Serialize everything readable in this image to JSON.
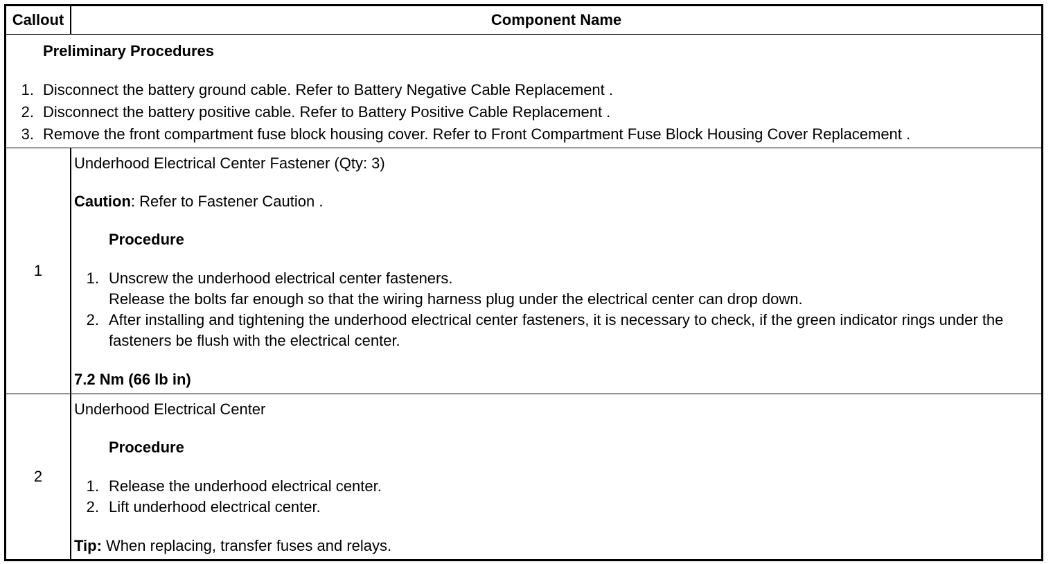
{
  "header": {
    "callout": "Callout",
    "component_name": "Component Name"
  },
  "preliminary": {
    "title": "Preliminary Procedures",
    "steps": [
      {
        "num": "1.",
        "text": "Disconnect the battery ground cable. Refer to Battery Negative Cable Replacement ."
      },
      {
        "num": "2.",
        "text": "Disconnect the battery positive cable. Refer to Battery Positive Cable Replacement ."
      },
      {
        "num": "3.",
        "text": "Remove the front compartment fuse block housing cover. Refer to Front Compartment Fuse Block Housing Cover Replacement ."
      }
    ]
  },
  "rows": [
    {
      "callout": "1",
      "name": "Underhood Electrical Center Fastener (Qty: 3)",
      "caution_label": "Caution",
      "caution_text": ": Refer to Fastener Caution .",
      "procedure_title": "Procedure",
      "steps": [
        {
          "num": "1.",
          "text": "Unscrew the underhood electrical center fasteners.",
          "note": "Release the bolts far enough so that the wiring harness plug under the electrical center can drop down."
        },
        {
          "num": "2.",
          "text": "After installing and tightening the underhood electrical center fasteners, it is necessary to check, if the green indicator rings under the fasteners be flush with the electrical center."
        }
      ],
      "torque": "7.2 Nm (66 lb in)"
    },
    {
      "callout": "2",
      "name": "Underhood Electrical Center",
      "procedure_title": "Procedure",
      "steps": [
        {
          "num": "1.",
          "text": "Release the underhood electrical center."
        },
        {
          "num": "2.",
          "text": "Lift underhood electrical center."
        }
      ],
      "tip_label": "Tip:",
      "tip_text": " When replacing, transfer fuses and relays."
    }
  ]
}
